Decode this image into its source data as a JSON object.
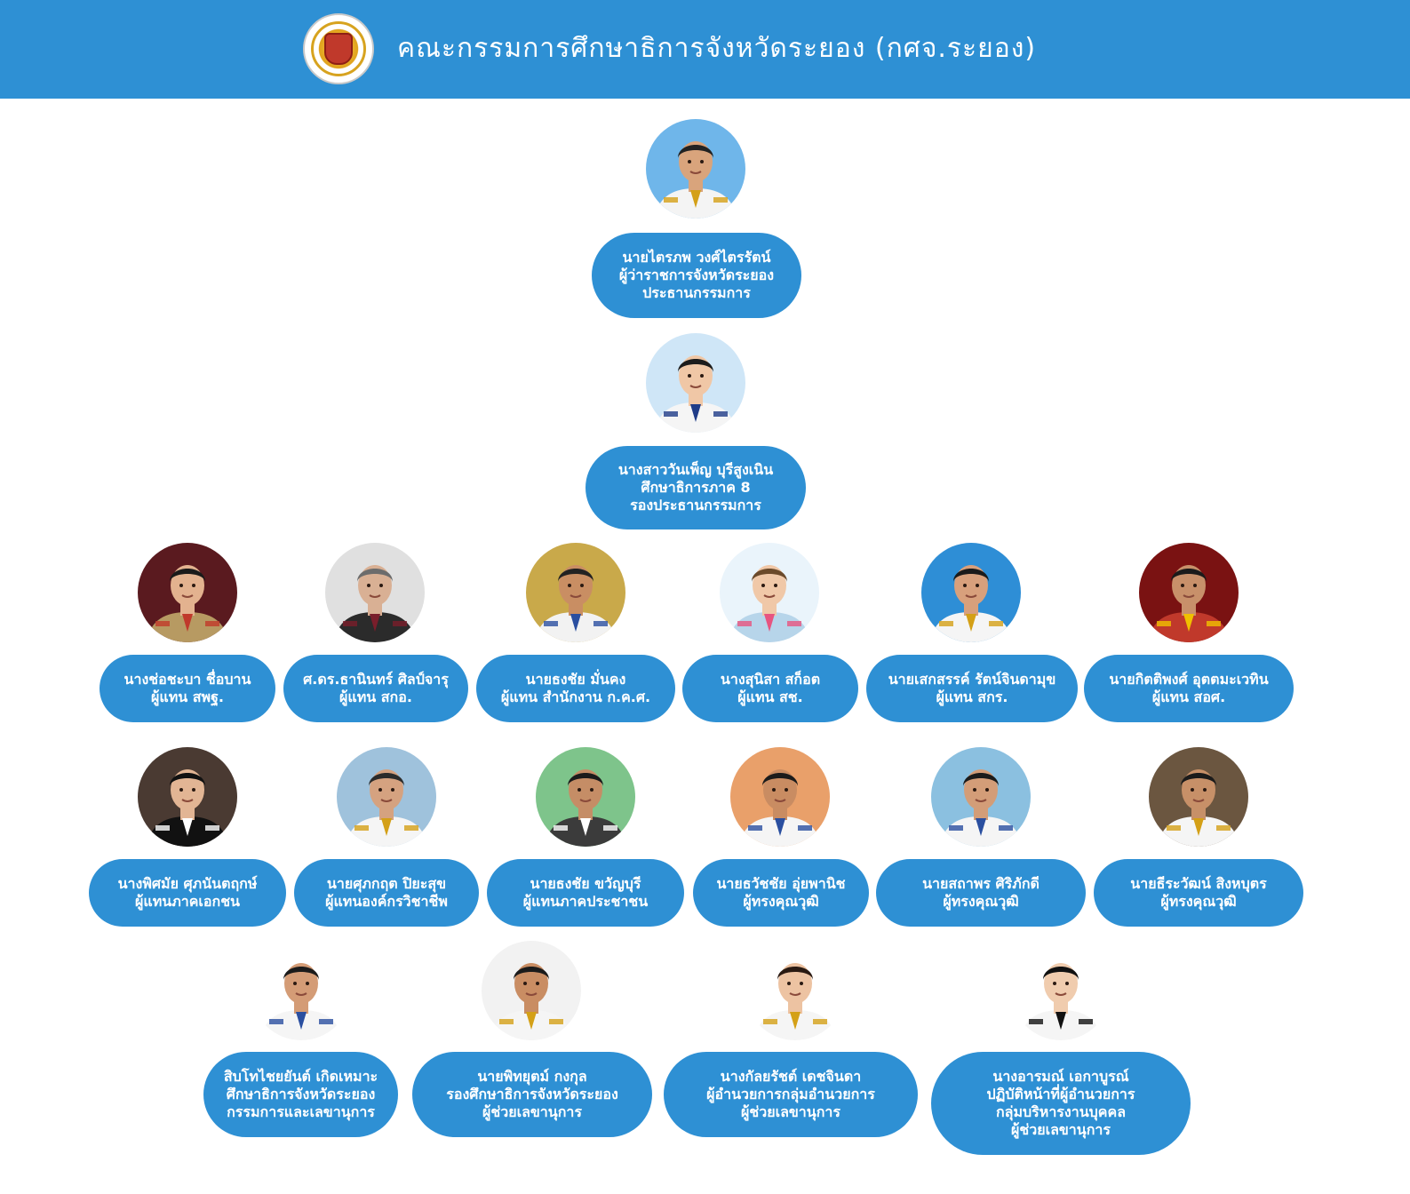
{
  "header": {
    "title": "คณะกรรมการศึกษาธิการจังหวัดระยอง (กศจ.ระยอง)",
    "background": "#2e90d4",
    "logo_icon": "provincial-education-office-seal-icon"
  },
  "colors": {
    "box": "#2e90d4",
    "text": "#ffffff"
  },
  "members": [
    {
      "id": "chair",
      "lines": [
        "นายไตรภพ วงศ์ไตรรัตน์",
        "ผู้ว่าราชการจังหวัดระยอง",
        "ประธานกรรมการ"
      ]
    },
    {
      "id": "vice-chair",
      "lines": [
        "นางสาววันเพ็ญ บุรีสูงเนิน",
        "ศึกษาธิการภาค 8",
        "รองประธานกรรมการ"
      ]
    },
    {
      "id": "r1-1",
      "lines": [
        "นางช่อชะบา ชื่อบาน",
        "ผู้แทน สพฐ."
      ]
    },
    {
      "id": "r1-2",
      "lines": [
        "ศ.ดร.ธานินทร์ ศิลป์จารุ",
        "ผู้แทน สกอ."
      ]
    },
    {
      "id": "r1-3",
      "lines": [
        "นายธงชัย มั่นคง",
        "ผู้แทน สำนักงาน ก.ค.ศ."
      ]
    },
    {
      "id": "r1-4",
      "lines": [
        "นางสุนิสา สก็อต",
        "ผู้แทน สช."
      ]
    },
    {
      "id": "r1-5",
      "lines": [
        "นายเสกสรรค์ รัตน์จินดามุข",
        "ผู้แทน สกร."
      ]
    },
    {
      "id": "r1-6",
      "lines": [
        "นายกิตติพงศ์ อุตตมะเวทิน",
        "ผู้แทน สอศ."
      ]
    },
    {
      "id": "r2-1",
      "lines": [
        "นางพิศมัย ศุภนันตฤกษ์",
        "ผู้แทนภาคเอกชน"
      ]
    },
    {
      "id": "r2-2",
      "lines": [
        "นายศุภกฤต ปิยะสุข",
        "ผู้แทนองค์กรวิชาชีพ"
      ]
    },
    {
      "id": "r2-3",
      "lines": [
        "นายธงชัย ขวัญบุรี",
        "ผู้แทนภาคประชาชน"
      ]
    },
    {
      "id": "r2-4",
      "lines": [
        "นายธวัชชัย อุ่ยพานิช",
        "ผู้ทรงคุณวุฒิ"
      ]
    },
    {
      "id": "r2-5",
      "lines": [
        "นายสถาพร ศิริภักดี",
        "ผู้ทรงคุณวุฒิ"
      ]
    },
    {
      "id": "r2-6",
      "lines": [
        "นายธีระวัฒน์ สิงหบุตร",
        "ผู้ทรงคุณวุฒิ"
      ]
    },
    {
      "id": "r3-1",
      "lines": [
        "สิบโทไชยยันต์ เกิดเหมาะ",
        "ศึกษาธิการจังหวัดระยอง",
        "กรรมการและเลขานุการ"
      ]
    },
    {
      "id": "r3-2",
      "lines": [
        "นายพิทยุตม์ กงกุล",
        "รองศึกษาธิการจังหวัดระยอง",
        "ผู้ช่วยเลขานุการ"
      ]
    },
    {
      "id": "r3-3",
      "lines": [
        "นางกัลยรัชต์ เดชจินดา",
        "ผู้อำนวยการกลุ่มอำนวยการ",
        "ผู้ช่วยเลขานุการ"
      ]
    },
    {
      "id": "r3-4",
      "lines": [
        "นางอารมณ์ เอกาบูรณ์",
        "ปฏิบัติหน้าที่ผู้อำนวยการ",
        "กลุ่มบริหารงานบุคคล",
        "ผู้ช่วยเลขานุการ"
      ]
    }
  ]
}
